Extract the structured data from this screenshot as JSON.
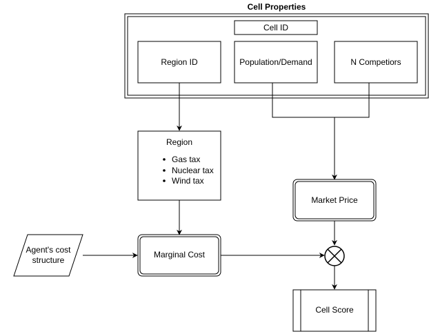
{
  "diagram": {
    "group_title": "Cell Properties",
    "nodes": {
      "cell_id": "Cell ID",
      "region_id": "Region ID",
      "population_demand": "Population/Demand",
      "n_competitors": "N Competiors",
      "region": {
        "title": "Region",
        "items": [
          "Gas tax",
          "Nuclear tax",
          "Wind tax"
        ]
      },
      "market_price": "Market Price",
      "agent_cost_structure": [
        "Agent's cost",
        "structure"
      ],
      "marginal_cost": "Marginal Cost",
      "cell_score": "Cell Score"
    }
  }
}
